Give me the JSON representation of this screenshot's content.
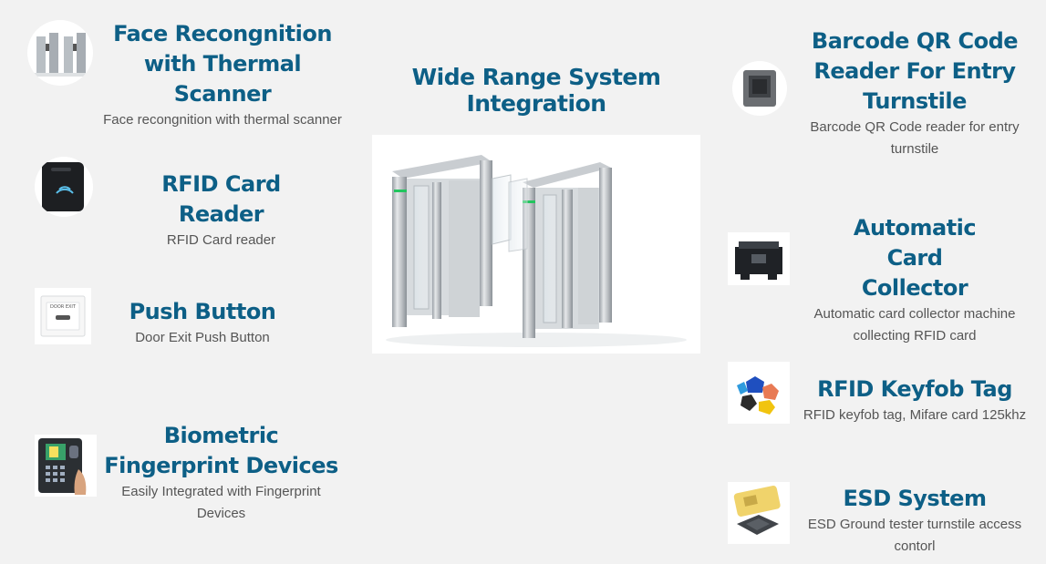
{
  "center": {
    "title": "Wide Range System Integration"
  },
  "left_features": [
    {
      "title": "Face Recongnition with Thermal Scanner",
      "description": "Face recongnition with thermal scanner"
    },
    {
      "title": "RFID Card Reader",
      "description": "RFID Card reader"
    },
    {
      "title": "Push Button",
      "description": "Door Exit Push Button"
    },
    {
      "title": "Biometric Fingerprint Devices",
      "description": "Easily Integrated with Fingerprint Devices"
    }
  ],
  "right_features": [
    {
      "title": "Barcode QR Code Reader For Entry Turnstile",
      "description": "Barcode QR Code reader for entry turnstile"
    },
    {
      "title": "Automatic Card Collector",
      "description": "Automatic card collector machine collecting RFID card"
    },
    {
      "title": "RFID Keyfob Tag",
      "description": "RFID keyfob tag, Mifare card 125khz"
    },
    {
      "title": "ESD System",
      "description": "ESD Ground tester turnstile access contorl"
    }
  ],
  "push_button_label": "DOOR EXIT",
  "colors": {
    "background": "#f2f2f2",
    "title": "#0d5f86",
    "description": "#555555",
    "gate_green": "#22c55e"
  }
}
